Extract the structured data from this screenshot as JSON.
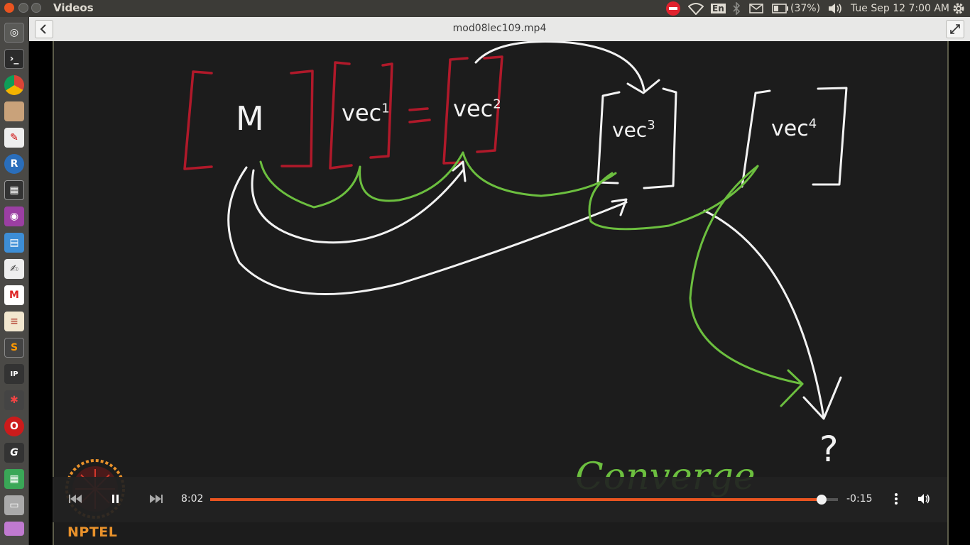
{
  "window": {
    "app_title": "Videos",
    "file_title": "mod08lec109.mp4"
  },
  "tray": {
    "language": "En",
    "battery": "(37%)",
    "datetime": "Tue Sep 12  7:00 AM"
  },
  "launcher": {
    "items": [
      "dash-home",
      "terminal",
      "chrome",
      "file-manager",
      "evince",
      "r-app",
      "video-editor",
      "screen-recorder",
      "document-viewer",
      "text-editor",
      "gmail",
      "text-document",
      "sublime-text",
      "ipython",
      "network-app",
      "opera",
      "geogebra",
      "spreadsheet",
      "removable-drive",
      "trash"
    ]
  },
  "video": {
    "board_text": {
      "m": "M",
      "vec1": "vec",
      "vec1_sup": "1",
      "eq": "=",
      "vec2": "vec",
      "vec2_sup": "2",
      "vec3": "vec",
      "vec3_sup": "3",
      "vec4": "vec",
      "vec4_sup": "4",
      "question": "?",
      "converge": "Converge"
    },
    "logo_text": "NPTEL"
  },
  "player": {
    "current_time": "8:02",
    "remaining_time": "-0:15",
    "progress_fraction": 0.974,
    "accent": "#e95420"
  },
  "colors": {
    "red_ink": "#b0192a",
    "green_ink": "#6cbf3f",
    "white_ink": "#f2f2f2"
  }
}
